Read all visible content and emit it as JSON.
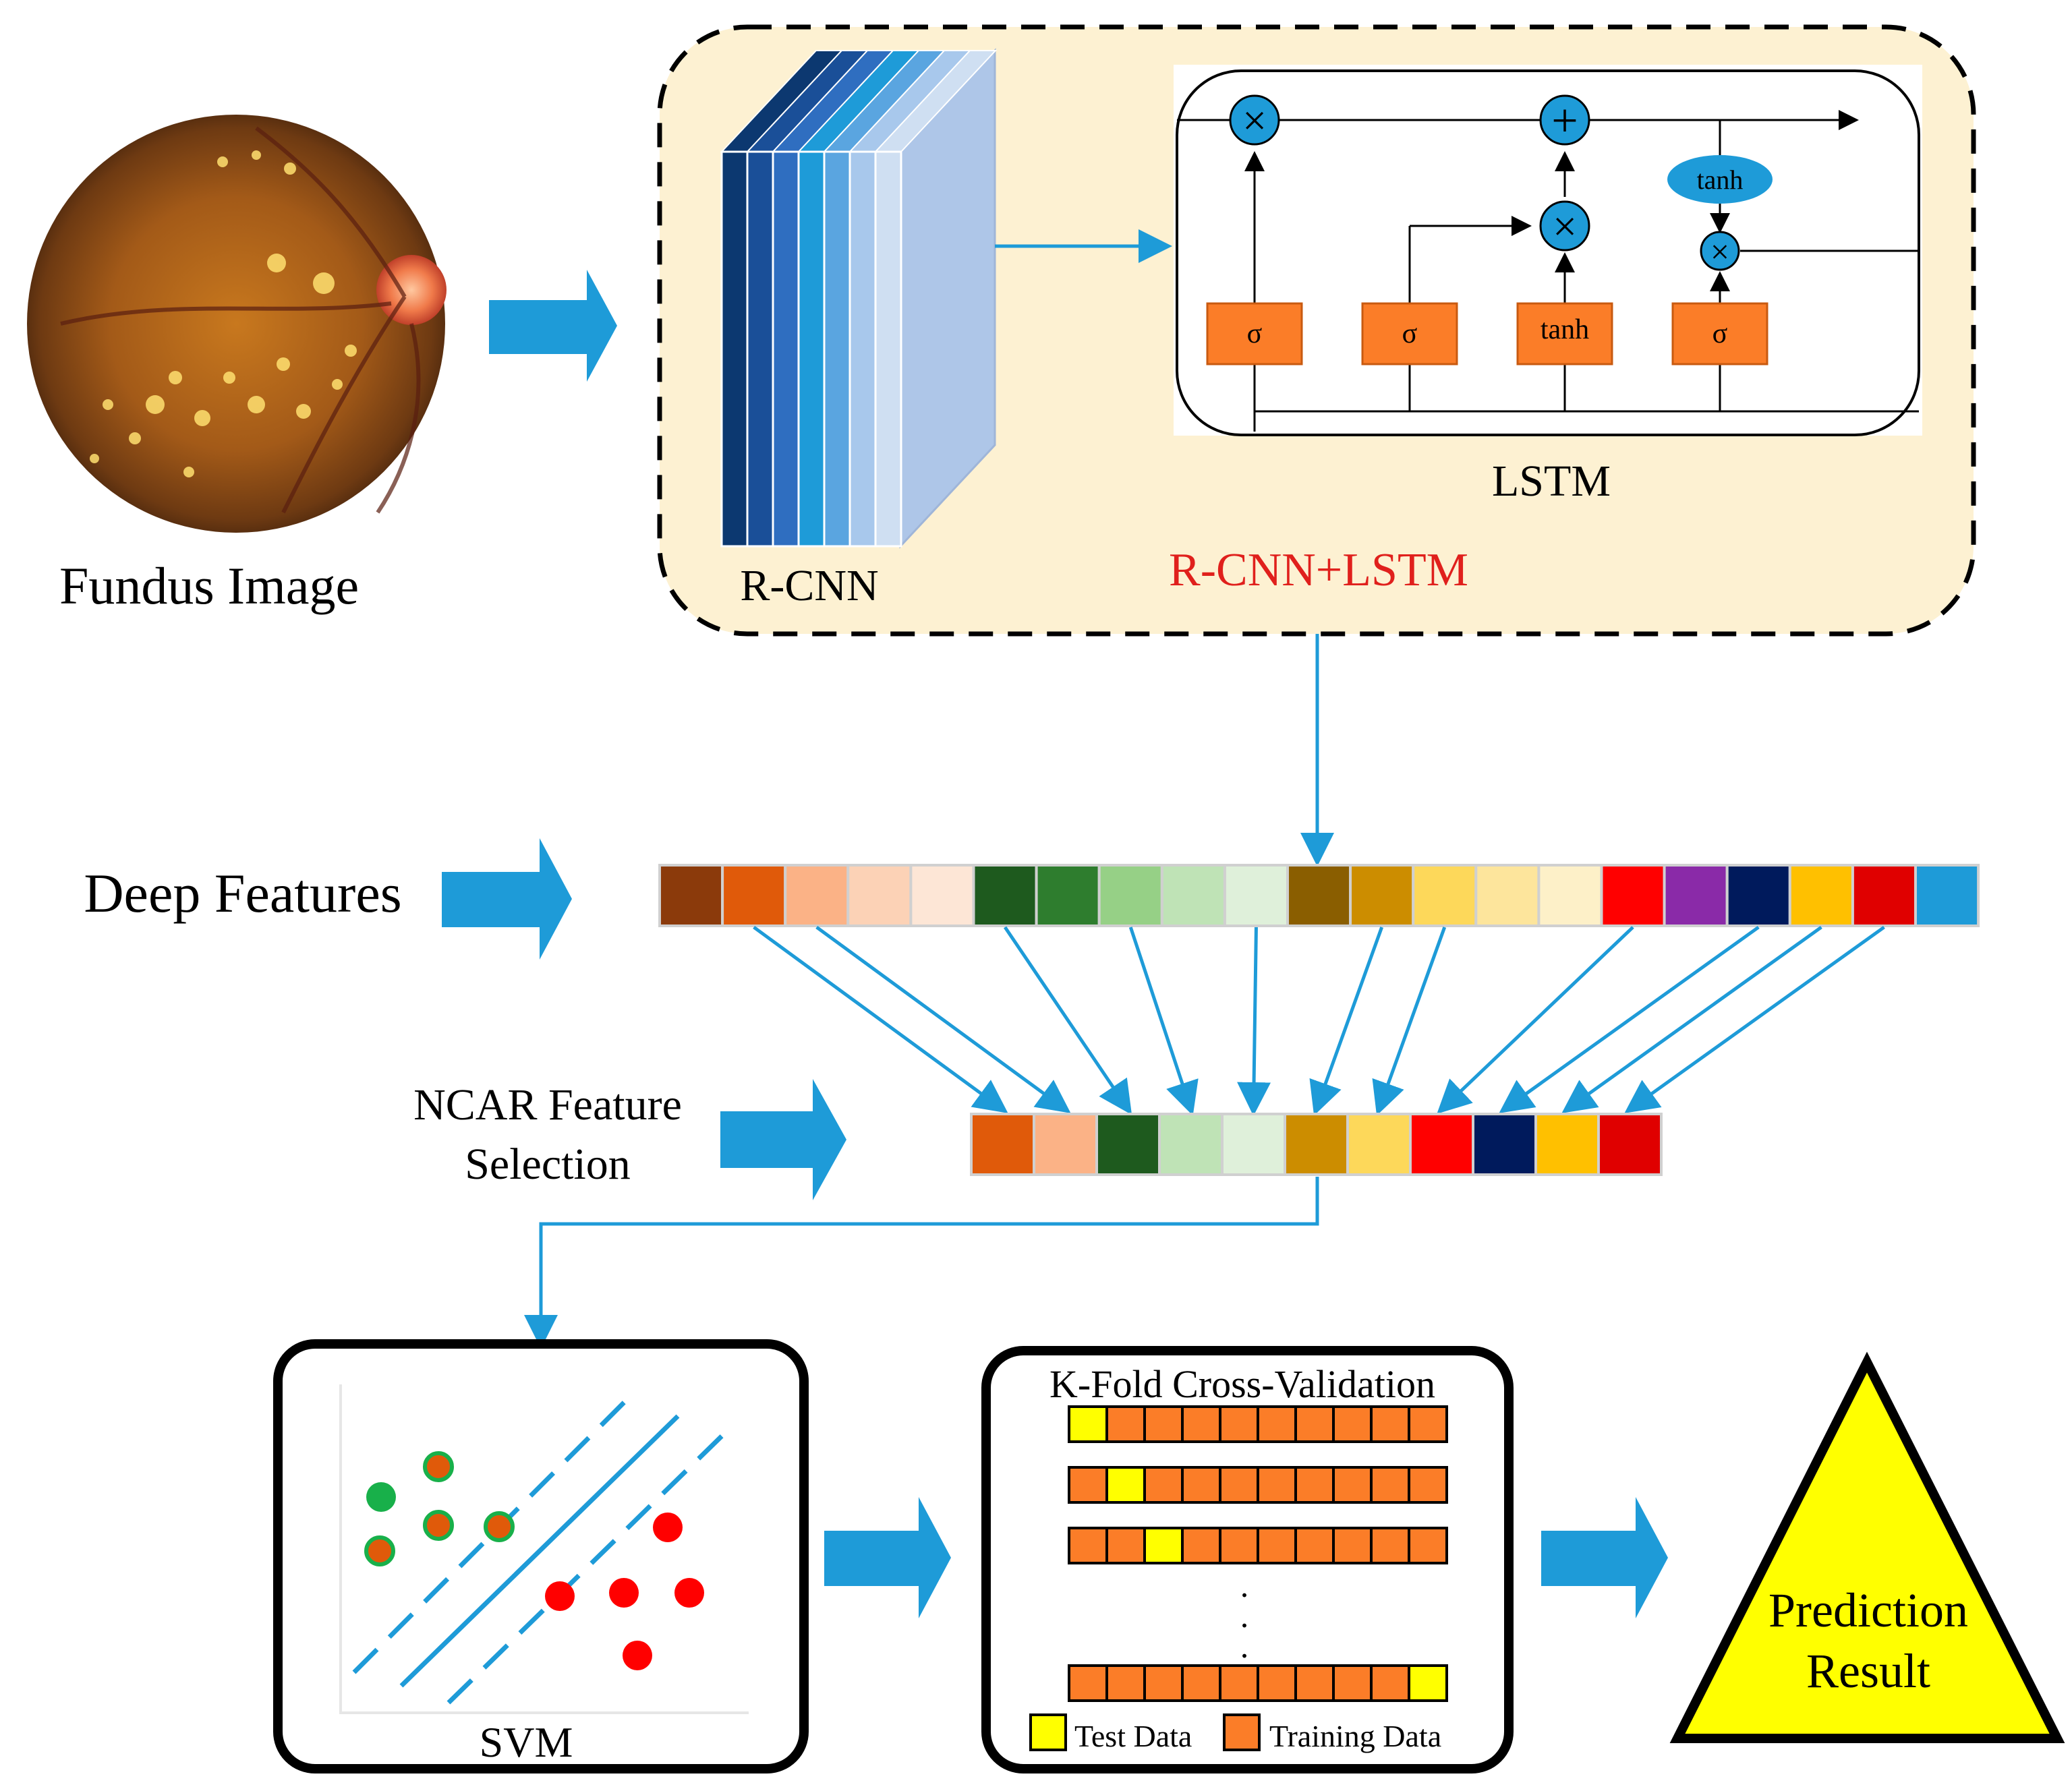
{
  "fundus": {
    "label": "Fundus Image"
  },
  "rcnn_lstm": {
    "rcnn_label": "R-CNN",
    "lstm_label": "LSTM",
    "group_label": "R-CNN+LSTM",
    "gates": {
      "sigma": "σ",
      "tanh": "tanh",
      "multiply": "×",
      "add": "+"
    }
  },
  "deep_features": {
    "label": "Deep Features",
    "colors": [
      "#8b3a0b",
      "#e05a0a",
      "#fbb286",
      "#fcd2b6",
      "#fde6d6",
      "#1e5a1e",
      "#2e7d2e",
      "#96d086",
      "#bfe3b6",
      "#dff0da",
      "#8a5e00",
      "#cc8d00",
      "#fdd85a",
      "#fde59c",
      "#fdf0c8",
      "#ff0000",
      "#8a2aa8",
      "#001a5c",
      "#ffc000",
      "#e00000",
      "#1e9bd8"
    ]
  },
  "ncar": {
    "label_line1": "NCAR Feature",
    "label_line2": "Selection",
    "colors": [
      "#e05a0a",
      "#fbb286",
      "#1e5a1e",
      "#bfe3b6",
      "#dff0da",
      "#cc8d00",
      "#fdd85a",
      "#ff0000",
      "#001a5c",
      "#ffc000",
      "#e00000"
    ]
  },
  "svm": {
    "label": "SVM"
  },
  "kfold": {
    "title": "K-Fold Cross-Validation",
    "rows_test_index": [
      0,
      1,
      2,
      9
    ],
    "folds": 10,
    "dots": ". . .",
    "legend_test": "Test Data",
    "legend_training": "Training Data",
    "test_color": "#ffff00",
    "training_color": "#fb7d28"
  },
  "result": {
    "line1": "Prediction",
    "line2": "Result",
    "fill": "#ffff00"
  },
  "colors": {
    "arrow": "#1e9bd8",
    "panel": "#fdf1d2",
    "gate": "#fb7d28",
    "group_label": "#e0201c"
  }
}
